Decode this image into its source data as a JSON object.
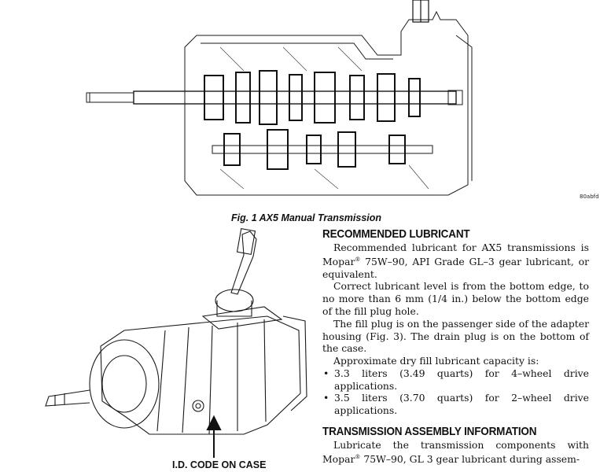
{
  "figure1": {
    "caption": "Fig. 1 AX5 Manual Transmission",
    "image_id": "80abfd"
  },
  "figure2": {
    "callout": "I.D. CODE ON CASE"
  },
  "section1": {
    "heading": "RECOMMENDED LUBRICANT",
    "p1_a": "Recommended lubricant for AX5 transmissions is Mopar",
    "p1_reg": "®",
    "p1_b": " 75W–90, API Grade GL–3 gear lubricant, or equivalent.",
    "p2": "Correct lubricant level is from the bottom edge, to no more than 6 mm (1/4 in.) below the bottom edge of the fill plug hole.",
    "p3": "The fill plug is on the passenger side of the adapter housing (Fig. 3). The drain plug is on the bottom of the case.",
    "p4": "Approximate dry fill lubricant capacity is:",
    "bullets": [
      "3.3 liters (3.49 quarts) for 4–wheel drive applications.",
      "3.5 liters (3.70 quarts) for 2–wheel drive applications."
    ]
  },
  "section2": {
    "heading": "TRANSMISSION ASSEMBLY INFORMATION",
    "p1_a": "Lubricate the transmission components with Mopar",
    "p1_reg": "®",
    "p1_b": " 75W–90, GL 3 gear lubricant during assem-"
  }
}
